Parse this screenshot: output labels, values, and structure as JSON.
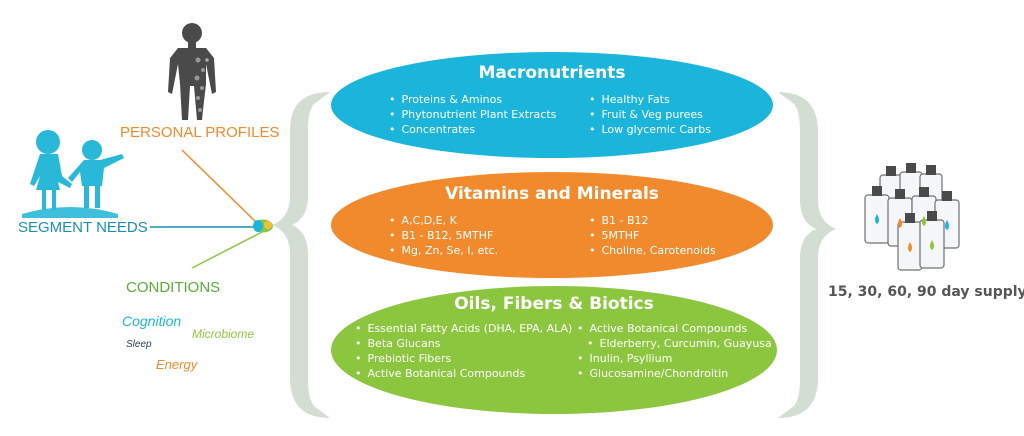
{
  "left_labels": {
    "personal_profiles": "PERSONAL PROFILES",
    "segment_needs": "SEGMENT NEEDS",
    "conditions": "CONDITIONS"
  },
  "conditions_words": {
    "cognition": "Cognition",
    "microbiome": "Microbiome",
    "sleep": "Sleep",
    "energy": "Energy"
  },
  "macronutrients": {
    "title": "Macronutrients",
    "left": [
      "Proteins & Aminos",
      "Phytonutrient Plant Extracts",
      "Concentrates"
    ],
    "right": [
      "Healthy Fats",
      "Fruit & Veg purees",
      "Low glycemic Carbs"
    ]
  },
  "vitamins": {
    "title": "Vitamins and Minerals",
    "left": [
      "A,C,D,E, K",
      "B1 - B12,  5MTHF",
      "Mg, Zn, Se, I, etc."
    ],
    "right": [
      "B1 - B12",
      "5MTHF",
      "Choline, Carotenoids"
    ]
  },
  "oils": {
    "title": "Oils, Fibers & Biotics",
    "left": [
      "Essential Fatty Acids (DHA, EPA, ALA)",
      "Beta Glucans",
      "Prebiotic Fibers",
      "Active Botanical Compounds"
    ],
    "right": [
      "Active Botanical Compounds",
      "Elderberry, Curcumin, Guayusa",
      "Inulin, Psyllium",
      "Glucosamine/Chondroitin"
    ]
  },
  "supply": "15, 30, 60, 90 day supply",
  "colors": {
    "blue": "#1bb5dc",
    "orange": "#f08a2c",
    "green": "#8cc63f",
    "brace": "#d3ddd3",
    "segment": "#1a8fb2",
    "profiles": "#f08a2c",
    "conditions": "#5aac3a"
  }
}
